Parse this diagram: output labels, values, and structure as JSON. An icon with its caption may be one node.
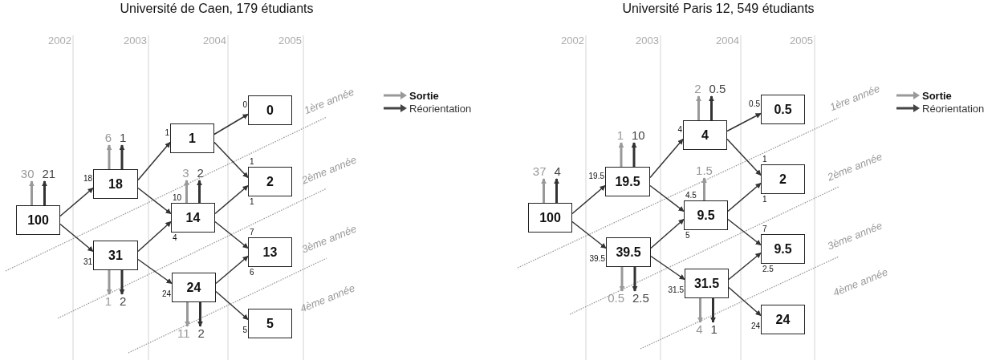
{
  "diagram": {
    "nodes": [
      {
        "text": [
          "100"
        ]
      },
      {
        "text": [
          "18"
        ]
      },
      {
        "text": [
          "31"
        ]
      },
      {
        "text": [
          "1"
        ]
      },
      {
        "text": [
          "14"
        ]
      },
      {
        "text": [
          "24"
        ]
      },
      {
        "text": [
          "0"
        ]
      },
      {
        "text": [
          "2"
        ]
      },
      {
        "text": [
          "13"
        ]
      },
      {
        "text": [
          "5"
        ]
      },
      {
        "text": [
          "100"
        ]
      },
      {
        "text": [
          "19.5"
        ]
      },
      {
        "text": [
          "39.5"
        ]
      },
      {
        "text": [
          "4"
        ]
      },
      {
        "text": [
          "9.5"
        ]
      },
      {
        "text": [
          "31.5"
        ]
      },
      {
        "text": [
          "0.5"
        ]
      },
      {
        "text": [
          "2"
        ]
      },
      {
        "text": [
          "9.5"
        ]
      },
      {
        "text": [
          "24"
        ]
      }
    ],
    "edges": [
      {
        "from": 0,
        "to": 1,
        "arrow": "to",
        "label": "18"
      },
      {
        "from": 0,
        "to": 2,
        "arrow": "to",
        "label": "31"
      },
      {
        "from": 1,
        "to": 3,
        "arrow": "to",
        "label": "1"
      },
      {
        "from": 1,
        "to": 4,
        "arrow": "to",
        "label": "10"
      },
      {
        "from": 2,
        "to": 4,
        "arrow": "to",
        "label": "4"
      },
      {
        "from": 2,
        "to": 5,
        "arrow": "to",
        "label": "24"
      },
      {
        "from": 3,
        "to": 6,
        "arrow": "to",
        "label": "0"
      },
      {
        "from": 3,
        "to": 7,
        "arrow": "to",
        "label": "1"
      },
      {
        "from": 4,
        "to": 7,
        "arrow": "to",
        "label": "1"
      },
      {
        "from": 4,
        "to": 8,
        "arrow": "to",
        "label": "7"
      },
      {
        "from": 5,
        "to": 8,
        "arrow": "to",
        "label": "6"
      },
      {
        "from": 5,
        "to": 9,
        "arrow": "to",
        "label": "5"
      },
      {
        "from": 0,
        "to": null,
        "arrow": "to",
        "label": "30",
        "color": "#999999"
      },
      {
        "from": 0,
        "to": null,
        "arrow": "to",
        "label": "21"
      },
      {
        "from": 1,
        "to": null,
        "arrow": "to",
        "label": "6",
        "color": "#999999"
      },
      {
        "from": 1,
        "to": null,
        "arrow": "to",
        "label": "1"
      },
      {
        "from": 2,
        "to": null,
        "arrow": "to",
        "label": "1",
        "color": "#999999"
      },
      {
        "from": 2,
        "to": null,
        "arrow": "to",
        "label": "2"
      },
      {
        "from": 4,
        "to": null,
        "arrow": "to",
        "label": "3",
        "color": "#999999"
      },
      {
        "from": 4,
        "to": null,
        "arrow": "to",
        "label": "2"
      },
      {
        "from": 5,
        "to": null,
        "arrow": "to",
        "label": "11",
        "color": "#999999"
      },
      {
        "from": 5,
        "to": null,
        "arrow": "to",
        "label": "2"
      },
      {
        "from": 10,
        "to": 11,
        "arrow": "to",
        "label": "19.5"
      },
      {
        "from": 10,
        "to": 12,
        "arrow": "to",
        "label": "39.5"
      },
      {
        "from": 11,
        "to": 13,
        "arrow": "to",
        "label": "4"
      },
      {
        "from": 11,
        "to": 14,
        "arrow": "to",
        "label": "4.5"
      },
      {
        "from": 12,
        "to": 14,
        "arrow": "to",
        "label": "5"
      },
      {
        "from": 12,
        "to": 15,
        "arrow": "to",
        "label": "31.5"
      },
      {
        "from": 13,
        "to": 16,
        "arrow": "to",
        "label": "0.5"
      },
      {
        "from": 13,
        "to": 17,
        "arrow": "to",
        "label": "1"
      },
      {
        "from": 14,
        "to": 17,
        "arrow": "to",
        "label": "1"
      },
      {
        "from": 14,
        "to": 18,
        "arrow": "to",
        "label": "7"
      },
      {
        "from": 15,
        "to": 18,
        "arrow": "to",
        "label": "2.5"
      },
      {
        "from": 15,
        "to": 19,
        "arrow": "to",
        "label": "24"
      },
      {
        "from": 10,
        "to": null,
        "arrow": "to",
        "label": "37",
        "color": "#999999"
      },
      {
        "from": 10,
        "to": null,
        "arrow": "to",
        "label": "4"
      },
      {
        "from": 11,
        "to": null,
        "arrow": "to",
        "label": "1",
        "color": "#999999"
      },
      {
        "from": 11,
        "to": null,
        "arrow": "to",
        "label": "10"
      },
      {
        "from": 12,
        "to": null,
        "arrow": "to",
        "label": "0.5",
        "color": "#999999"
      },
      {
        "from": 12,
        "to": null,
        "arrow": "to",
        "label": "2.5"
      },
      {
        "from": 13,
        "to": null,
        "arrow": "to",
        "label": "2",
        "color": "#999999"
      },
      {
        "from": 13,
        "to": null,
        "arrow": "to",
        "label": "0.5"
      },
      {
        "from": 14,
        "to": null,
        "arrow": "to",
        "label": "1.5",
        "color": "#999999"
      },
      {
        "from": 15,
        "to": null,
        "arrow": "to",
        "label": "4",
        "color": "#999999"
      },
      {
        "from": 15,
        "to": null,
        "arrow": "to",
        "label": "1"
      }
    ],
    "labels": [
      "Université de Caen, 179 étudiants",
      "2002",
      "2003",
      "2004",
      "2005",
      "1ère année",
      "2ème année",
      "3ème année",
      "4ème année",
      "Université Paris 12, 549 étudiants",
      "2002",
      "2003",
      "2004",
      "2005",
      "1ère année",
      "2ème année",
      "3ème année",
      "4ème année"
    ],
    "legend": [
      {
        "text": "Sortie",
        "color": "#999999"
      },
      {
        "text": "Réorientation",
        "color": "#444444"
      },
      {
        "text": "Sortie",
        "color": "#999999"
      },
      {
        "text": "Réorientation",
        "color": "#444444"
      }
    ]
  }
}
